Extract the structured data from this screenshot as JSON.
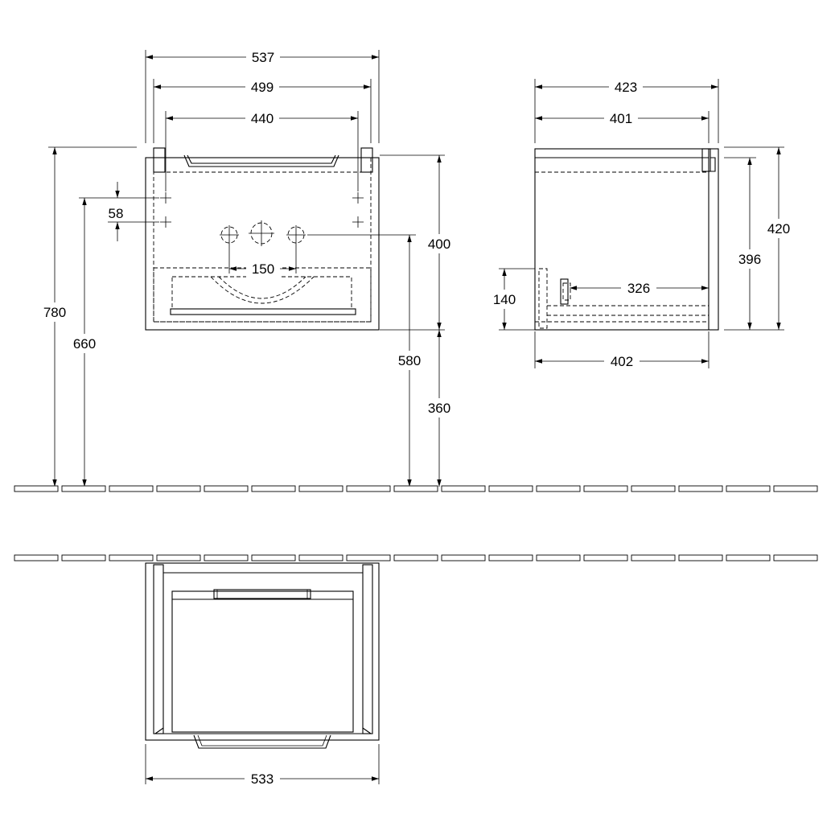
{
  "dimensions": {
    "front_overall_width": "537",
    "front_body_width": "499",
    "front_hole_spacing": "440",
    "front_hole_vertical_spacing": "58",
    "front_tap_spacing": "150",
    "front_cabinet_height": "400",
    "front_total_height": "780",
    "front_hole_height": "660",
    "front_tap_height": "580",
    "front_floor_clearance": "360",
    "side_overall_depth": "423",
    "side_top_depth": "401",
    "side_total_height": "420",
    "side_inner_height": "396",
    "side_drawer_height": "140",
    "side_drawer_depth": "326",
    "side_bottom_depth": "402",
    "top_width": "533"
  }
}
